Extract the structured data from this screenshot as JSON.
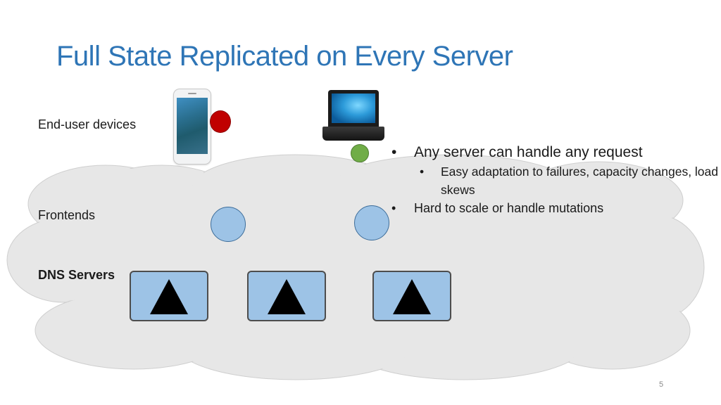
{
  "slide": {
    "title": "Full State Replicated on Every Server",
    "page_number": "5"
  },
  "rows": {
    "end_user_devices": "End-user devices",
    "frontends": "Frontends",
    "dns_servers": "DNS Servers"
  },
  "devices": [
    {
      "kind": "smartphone",
      "icon": "smartphone-icon",
      "status_color": "#c00000"
    },
    {
      "kind": "laptop",
      "icon": "laptop-icon",
      "status_color": "#70ad47"
    }
  ],
  "bullets": [
    {
      "level": 1,
      "mark": "•",
      "text": "Any server can handle any request"
    },
    {
      "level": 2,
      "mark": "•",
      "text": "Easy adaptation to failures, capacity changes, load skews"
    },
    {
      "level": 1,
      "mark": "•",
      "text": "Hard to scale or handle mutations"
    }
  ],
  "colors": {
    "title": "#2e75b6",
    "node_fill": "#9dc3e6",
    "cloud_fill": "#e7e7e7",
    "failed_device": "#c00000",
    "healthy_device": "#70ad47"
  }
}
